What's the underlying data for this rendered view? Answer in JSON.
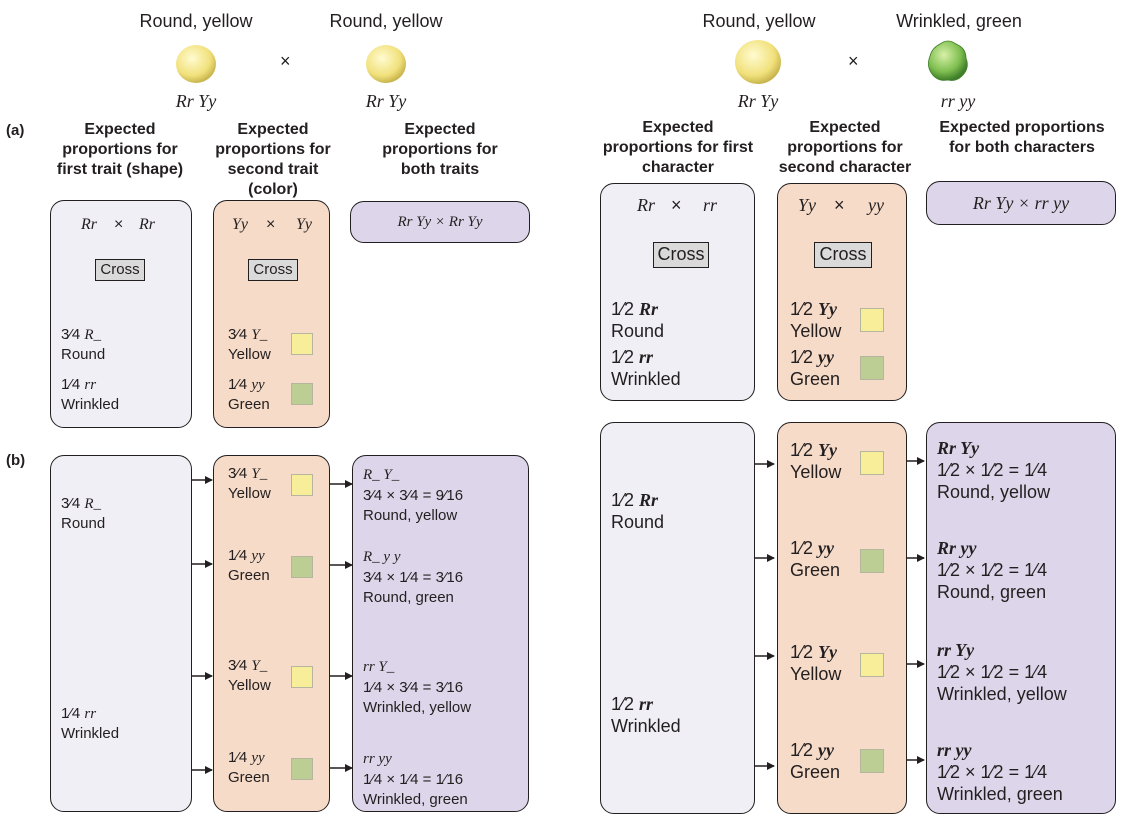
{
  "left": {
    "parents": {
      "p1_label": "Round, yellow",
      "p1_geno": "Rr Yy",
      "p2_label": "Round, yellow",
      "p2_geno": "Rr Yy",
      "times": "×"
    },
    "part_a": {
      "tag": "(a)",
      "headings": [
        "Expected proportions for first trait (shape)",
        "Expected proportions for second trait (color)",
        "Expected proportions for both traits"
      ],
      "shape_cross": {
        "left": "Rr",
        "times": "×",
        "right": "Rr",
        "cross_label": "Cross",
        "r1_frac": "3⁄4",
        "r1_geno": "R_",
        "r1_label": "Round",
        "r2_frac": "1⁄4",
        "r2_geno": "rr",
        "r2_label": "Wrinkled"
      },
      "color_cross": {
        "left": "Yy",
        "times": "×",
        "right": "Yy",
        "cross_label": "Cross",
        "r1_frac": "3⁄4",
        "r1_geno": "Y_",
        "r1_label": "Yellow",
        "r2_frac": "1⁄4",
        "r2_geno": "yy",
        "r2_label": "Green"
      },
      "both": "Rr Yy × Rr Yy"
    },
    "part_b": {
      "tag": "(b)",
      "shape": [
        {
          "frac": "3⁄4",
          "geno": "R_",
          "label": "Round"
        },
        {
          "frac": "1⁄4",
          "geno": "rr",
          "label": "Wrinkled"
        }
      ],
      "color": [
        {
          "frac": "3⁄4",
          "geno": "Y_",
          "label": "Yellow"
        },
        {
          "frac": "1⁄4",
          "geno": "yy",
          "label": "Green"
        },
        {
          "frac": "3⁄4",
          "geno": "Y_",
          "label": "Yellow"
        },
        {
          "frac": "1⁄4",
          "geno": "yy",
          "label": "Green"
        }
      ],
      "results": [
        {
          "geno": "R_ Y_",
          "calc": "3⁄4 × 3⁄4 = 9⁄16",
          "label": "Round, yellow"
        },
        {
          "geno": "R_ y y",
          "calc": "3⁄4 × 1⁄4 = 3⁄16",
          "label": "Round, green"
        },
        {
          "geno": "rr Y_",
          "calc": "1⁄4 × 3⁄4 = 3⁄16",
          "label": "Wrinkled, yellow"
        },
        {
          "geno": "rr yy",
          "calc": "1⁄4 × 1⁄4 = 1⁄16",
          "label": "Wrinkled, green"
        }
      ]
    }
  },
  "right": {
    "parents": {
      "p1_label": "Round, yellow",
      "p1_geno": "Rr Yy",
      "p2_label": "Wrinkled, green",
      "p2_geno": "rr yy",
      "times": "×"
    },
    "part_a": {
      "headings": [
        "Expected proportions for first character",
        "Expected proportions for second character",
        "Expected proportions for both characters"
      ],
      "shape_cross": {
        "left": "Rr",
        "times": "×",
        "right": "rr",
        "cross_label": "Cross",
        "r1_frac": "1⁄2",
        "r1_geno": "Rr",
        "r1_label": "Round",
        "r2_frac": "1⁄2",
        "r2_geno": "rr",
        "r2_label": "Wrinkled"
      },
      "color_cross": {
        "left": "Yy",
        "times": "×",
        "right": "yy",
        "cross_label": "Cross",
        "r1_frac": "1⁄2",
        "r1_geno": "Yy",
        "r1_label": "Yellow",
        "r2_frac": "1⁄2",
        "r2_geno": "yy",
        "r2_label": "Green"
      },
      "both": "Rr Yy × rr yy"
    },
    "part_b": {
      "shape": [
        {
          "frac": "1⁄2",
          "geno": "Rr",
          "label": "Round"
        },
        {
          "frac": "1⁄2",
          "geno": "rr",
          "label": "Wrinkled"
        }
      ],
      "color": [
        {
          "frac": "1⁄2",
          "geno": "Yy",
          "label": "Yellow"
        },
        {
          "frac": "1⁄2",
          "geno": "yy",
          "label": "Green"
        },
        {
          "frac": "1⁄2",
          "geno": "Yy",
          "label": "Yellow"
        },
        {
          "frac": "1⁄2",
          "geno": "yy",
          "label": "Green"
        }
      ],
      "results": [
        {
          "geno": "Rr Yy",
          "calc": "1⁄2 × 1⁄2 = 1⁄4",
          "label": "Round, yellow"
        },
        {
          "geno": "Rr yy",
          "calc": "1⁄2 × 1⁄2 = 1⁄4",
          "label": "Round, green"
        },
        {
          "geno": "rr Yy",
          "calc": "1⁄2 × 1⁄2 = 1⁄4",
          "label": "Wrinkled, yellow"
        },
        {
          "geno": "rr yy",
          "calc": "1⁄2 × 1⁄2 = 1⁄4",
          "label": "Wrinkled, green"
        }
      ]
    }
  },
  "colors": {
    "lavender": "#f1eff6",
    "tan": "#f6dbc8",
    "purple": "#ddd6ea",
    "yellow": "#f8ee9a",
    "green": "#bcce93"
  }
}
